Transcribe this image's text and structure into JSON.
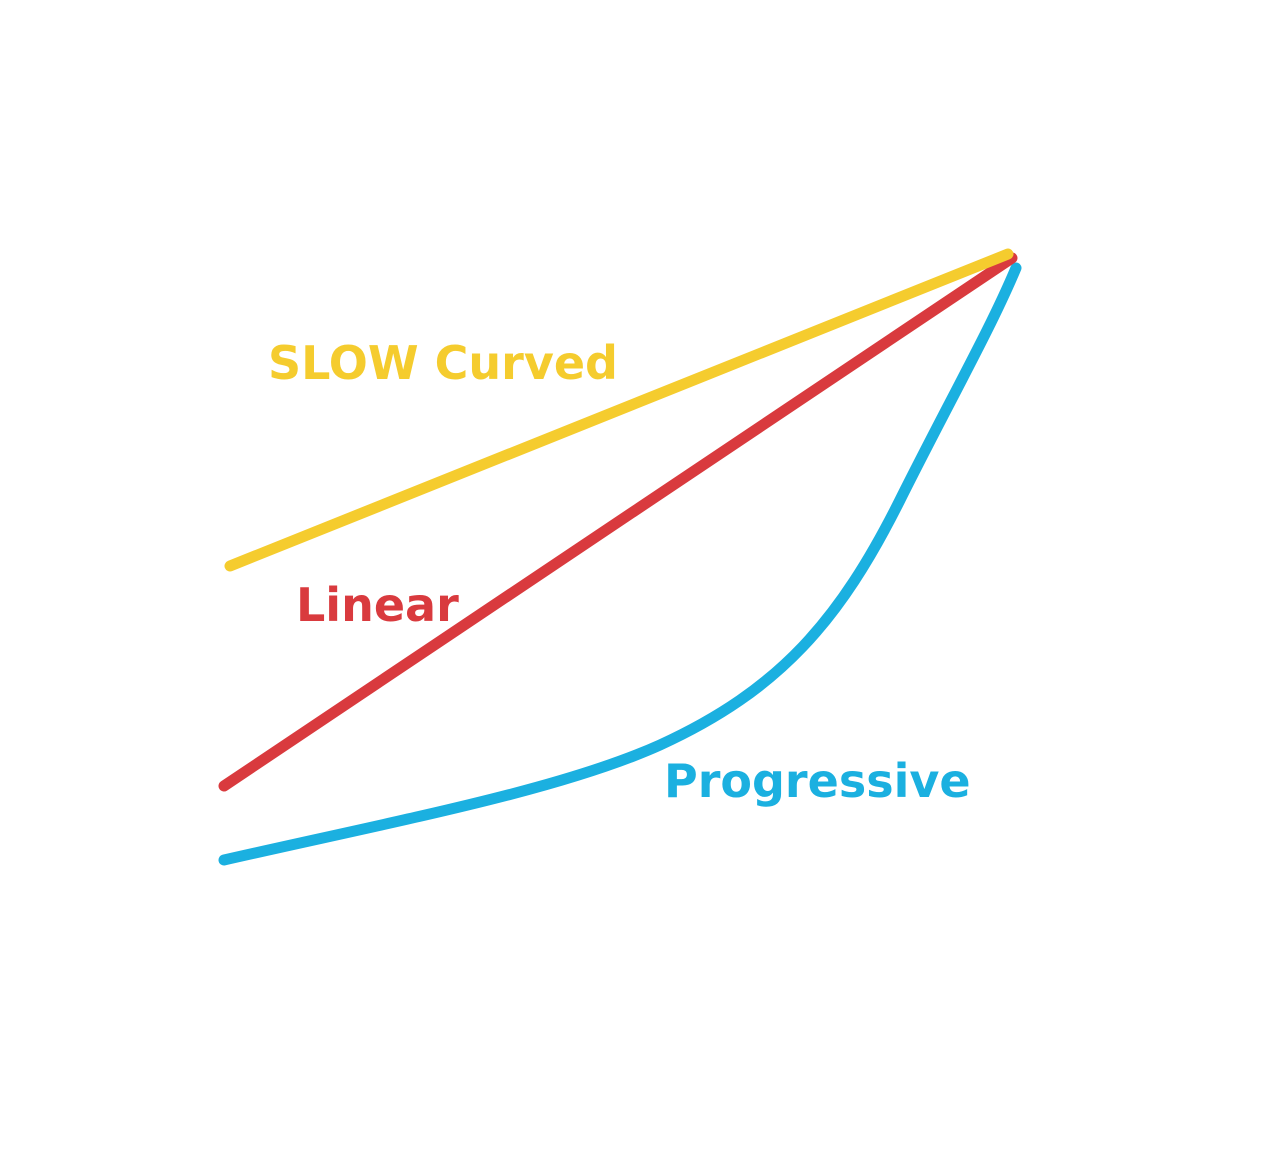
{
  "curves": [
    {
      "key": "slow",
      "label": "SLOW Curved",
      "color": "#F5CC2E"
    },
    {
      "key": "linear",
      "label": "Linear",
      "color": "#D93A3E"
    },
    {
      "key": "progressive",
      "label": "Progressive",
      "color": "#1BB0E0"
    }
  ]
}
